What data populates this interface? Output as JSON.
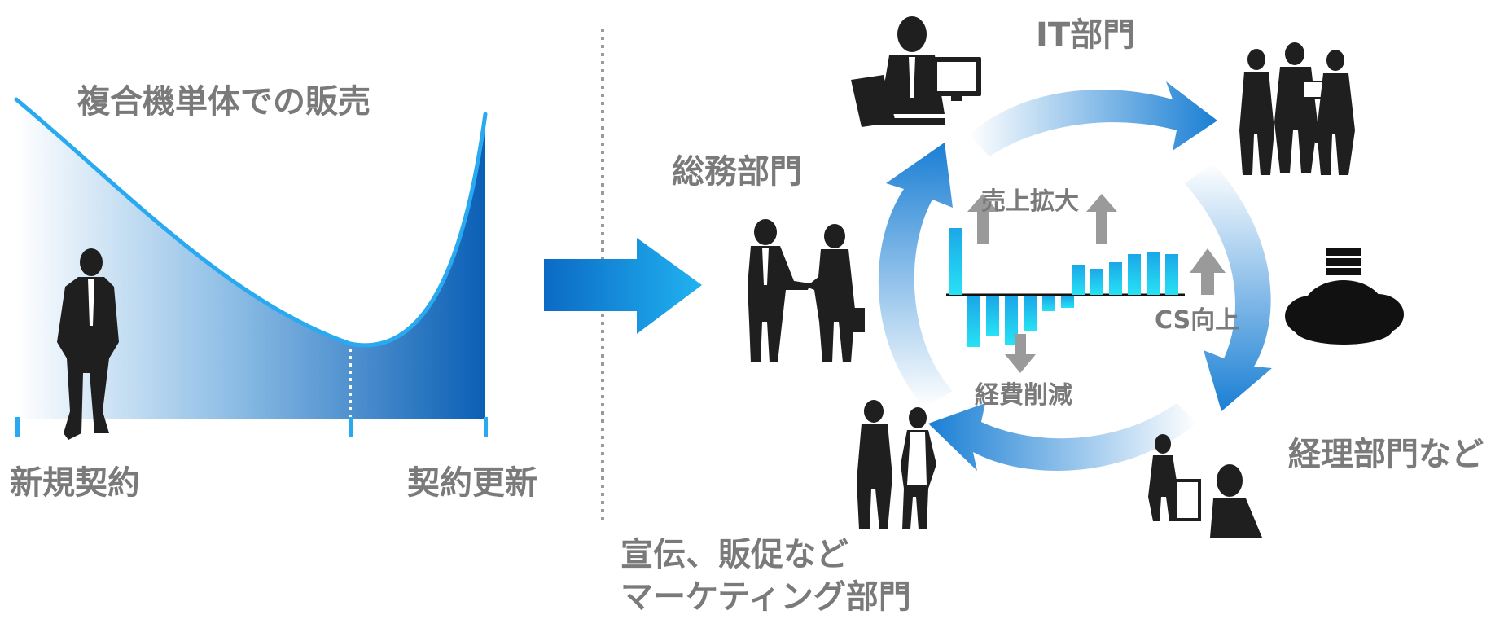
{
  "left_panel": {
    "title": "複合機単体での販売",
    "start_label": "新規契約",
    "end_label": "契約更新"
  },
  "cycle": {
    "departments": {
      "it": "IT部門",
      "general_affairs": "総務部門",
      "accounting": "経理部門など",
      "marketing_line1": "宣伝、販促など",
      "marketing_line2": "マーケティング部門"
    },
    "effects": {
      "sales_up": "売上拡大",
      "cs_up": "CS向上",
      "cost_down": "経費削減"
    }
  },
  "colors": {
    "label_gray": "#7a7a7a",
    "curve_blue": "#29a9f0",
    "fill_dark_blue": "#0a5fb5",
    "bar_cyan": "#1fd0f0",
    "silhouette": "#1f1f1f"
  }
}
